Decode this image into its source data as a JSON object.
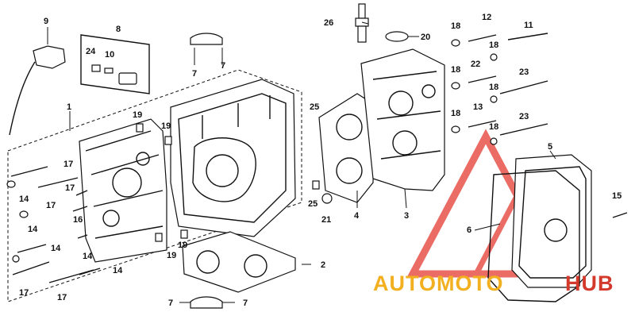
{
  "diagram": {
    "callouts": [
      "1",
      "2",
      "3",
      "4",
      "5",
      "6",
      "7",
      "7",
      "7",
      "7",
      "8",
      "9",
      "10",
      "11",
      "12",
      "13",
      "14",
      "14",
      "14",
      "14",
      "14",
      "15",
      "16",
      "17",
      "17",
      "17",
      "17",
      "17",
      "18",
      "18",
      "18",
      "18",
      "18",
      "18",
      "19",
      "19",
      "19",
      "19",
      "20",
      "21",
      "22",
      "23",
      "23",
      "24",
      "25",
      "25",
      "26"
    ]
  },
  "watermark": {
    "text_a": "AUTOMOTO",
    "text_b": "HUB",
    "color_yellow": "#f2b020",
    "color_red": "#d33a2c"
  }
}
